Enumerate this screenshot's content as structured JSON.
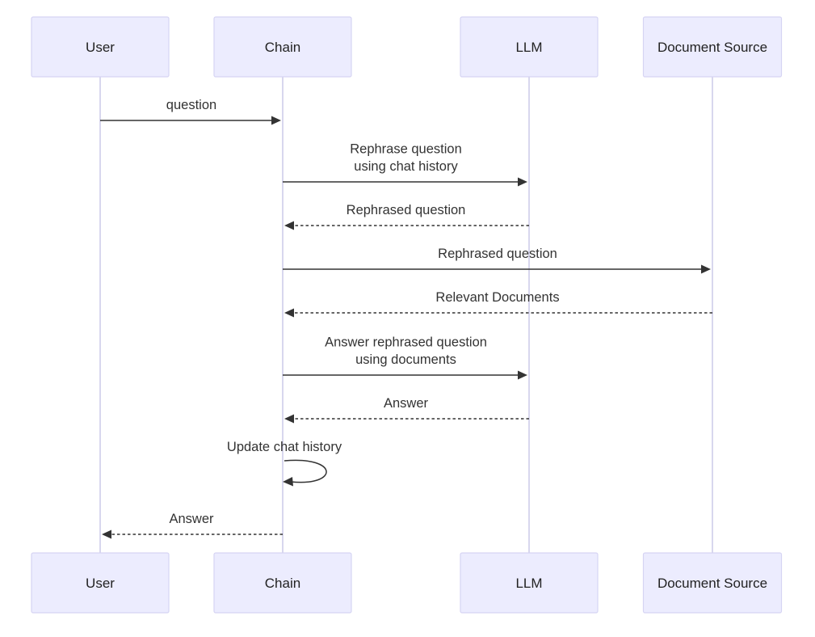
{
  "participants": [
    {
      "id": "user",
      "label": "User"
    },
    {
      "id": "chain",
      "label": "Chain"
    },
    {
      "id": "llm",
      "label": "LLM"
    },
    {
      "id": "docs",
      "label": "Document Source"
    }
  ],
  "messages": [
    {
      "from": "user",
      "to": "chain",
      "style": "solid",
      "lines": [
        "question"
      ]
    },
    {
      "from": "chain",
      "to": "llm",
      "style": "solid",
      "lines": [
        "Rephrase question",
        "using chat history"
      ]
    },
    {
      "from": "llm",
      "to": "chain",
      "style": "dashed",
      "lines": [
        "Rephrased question"
      ]
    },
    {
      "from": "chain",
      "to": "docs",
      "style": "solid",
      "lines": [
        "Rephrased question"
      ]
    },
    {
      "from": "docs",
      "to": "chain",
      "style": "dashed",
      "lines": [
        "Relevant Documents"
      ]
    },
    {
      "from": "chain",
      "to": "llm",
      "style": "solid",
      "lines": [
        "Answer rephrased question",
        "using documents"
      ]
    },
    {
      "from": "llm",
      "to": "chain",
      "style": "dashed",
      "lines": [
        "Answer"
      ]
    },
    {
      "from": "chain",
      "to": "chain",
      "style": "solid",
      "lines": [
        "Update chat history"
      ]
    },
    {
      "from": "chain",
      "to": "user",
      "style": "dashed",
      "lines": [
        "Answer"
      ]
    }
  ]
}
